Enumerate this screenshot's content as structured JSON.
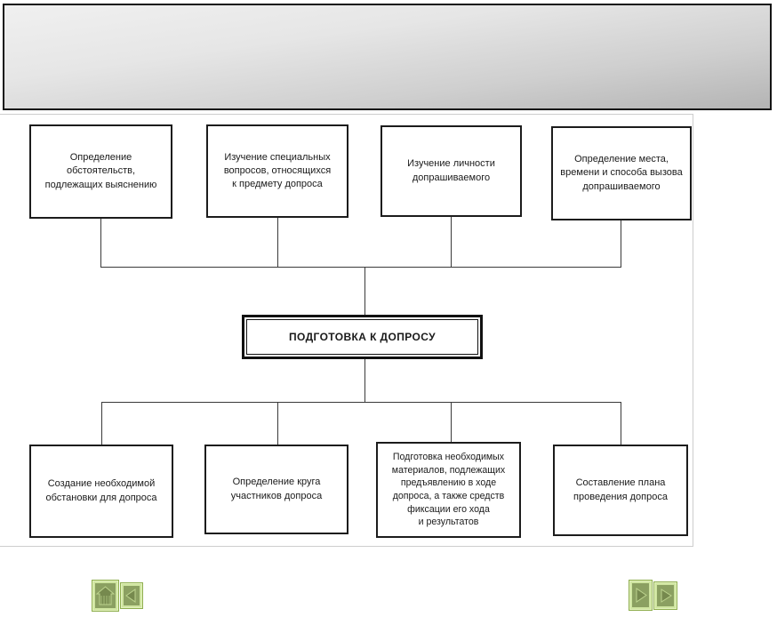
{
  "banner": {
    "title": ""
  },
  "diagram": {
    "center_label": "ПОДГОТОВКА К ДОПРОСУ",
    "top_boxes": [
      {
        "label": "Определение\nобстоятельств,\nподлежащих выяснению"
      },
      {
        "label": "Изучение специальных\nвопросов, относящихся\nк предмету допроса"
      },
      {
        "label": "Изучение личности\nдопрашиваемого"
      },
      {
        "label": "Определение места,\nвремени и способа вызова\nдопрашиваемого"
      }
    ],
    "bottom_boxes": [
      {
        "label": "Создание необходимой\nобстановки для допроса"
      },
      {
        "label": "Определение круга\nучастников допроса"
      },
      {
        "label": "Подготовка необходимых\nматериалов, подлежащих\nпредъявлению в ходе\nдопроса, а также средств\nфиксации его хода\nи результатов"
      },
      {
        "label": "Составление плана\nпроведения допроса"
      }
    ]
  },
  "nav": {
    "left_buttons": [
      {
        "icon": "home-icon",
        "action": "home"
      },
      {
        "icon": "back-arrow-icon",
        "action": "back"
      }
    ],
    "right_buttons": [
      {
        "icon": "forward-arrow-icon",
        "action": "forward"
      },
      {
        "icon": "forward-arrow-icon",
        "action": "forward"
      }
    ]
  },
  "colors": {
    "button_bg": "#cfe5a0",
    "button_border": "#8fae4f",
    "icon_square": "#8ba061",
    "icon_glyph_dark": "#76894e",
    "icon_glyph_light": "#bdd48e",
    "line": "#3a3a3a",
    "box_border": "#1c1c1c",
    "frame_border": "#cdcdcd",
    "banner_border": "#141414",
    "banner_gradient_top": "#f0f0f0",
    "banner_gradient_bottom": "#b4b4b4"
  }
}
